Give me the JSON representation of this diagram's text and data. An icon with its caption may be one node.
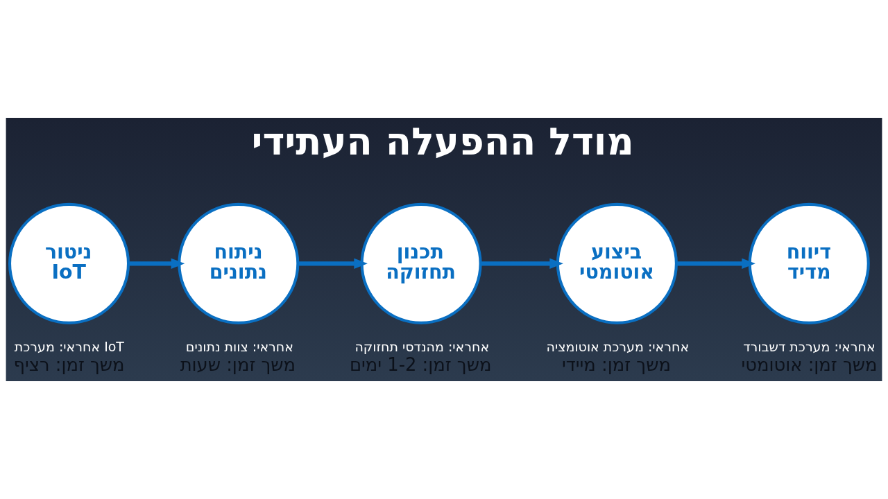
{
  "diagram": {
    "title": "מודל ההפעלה העתידי",
    "nodes": [
      {
        "text": [
          "ניטור IoT"
        ],
        "beside": [
          "אחראי: מערכת IoT",
          "משך זמן: רציף"
        ]
      },
      {
        "text": [
          "ניתוח נתונים"
        ],
        "beside": [
          "אחראי: צוות נתונים",
          "משך זמן: שעות"
        ]
      },
      {
        "text": [
          "תכנון תחזוקה"
        ],
        "beside": [
          "אחראי: מהנדסי תחזוקה",
          "משך זמן: 1-2 ימים"
        ]
      },
      {
        "text": [
          "ביצוע אוטומטי"
        ],
        "beside": [
          "אחראי: מערכת אוטומציה",
          "משך זמן: מיידי"
        ]
      },
      {
        "text": [
          "דיווח מדיד"
        ],
        "beside": [
          "אחראי: מערכת דשבורד",
          "משך זמן: אוטומטי"
        ]
      }
    ],
    "edges": [
      {
        "from": 0,
        "to": 1,
        "arrow": "to"
      },
      {
        "from": 1,
        "to": 2,
        "arrow": "to"
      },
      {
        "from": 2,
        "to": 3,
        "arrow": "to"
      },
      {
        "from": 3,
        "to": 4,
        "arrow": "to"
      }
    ]
  }
}
